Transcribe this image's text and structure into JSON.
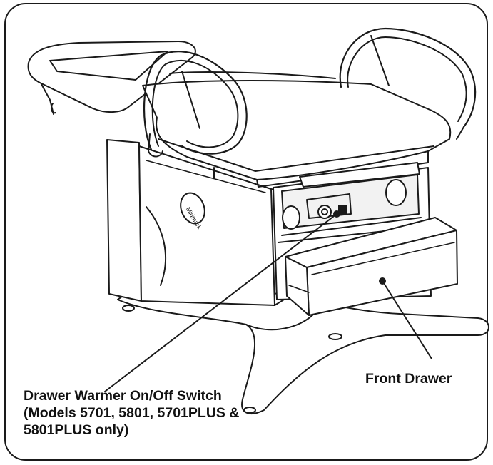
{
  "callouts": {
    "switch": {
      "line1": "Drawer Warmer On/Off Switch",
      "line2": "(Models 5701, 5801, 5701PLUS &",
      "line3": "5801PLUS only)"
    },
    "drawer": {
      "label": "Front Drawer"
    }
  },
  "colors": {
    "ink": "#1a1a1a",
    "paper": "#ffffff",
    "shade": "#f2f2f2"
  }
}
